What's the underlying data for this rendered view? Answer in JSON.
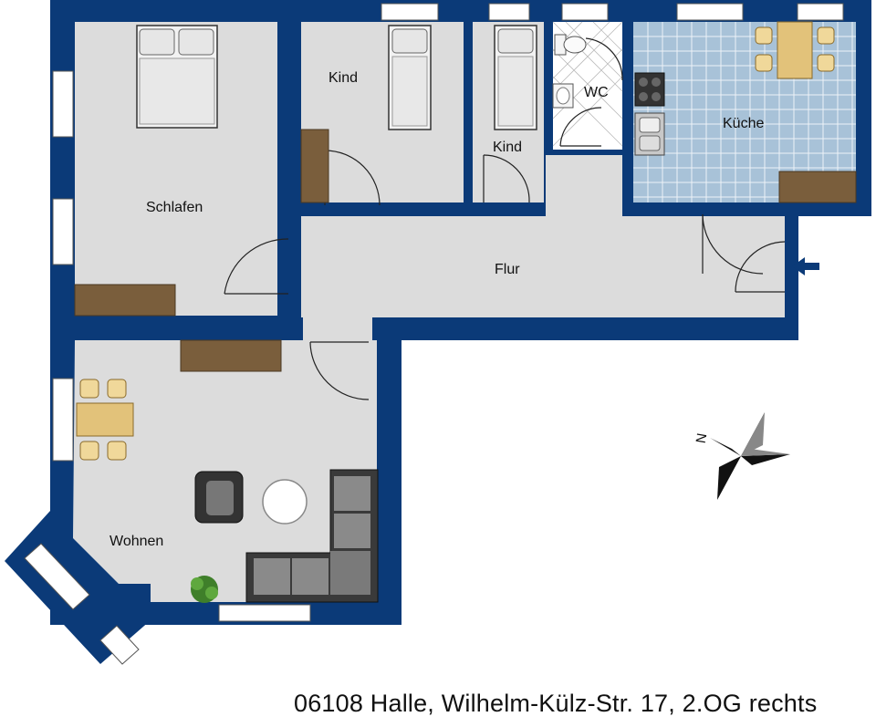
{
  "floorplan": {
    "rooms": {
      "schlafen": "Schlafen",
      "kind_1": "Kind",
      "kind_2": "Kind",
      "wc": "WC",
      "kueche": "Küche",
      "flur": "Flur",
      "wohnen": "Wohnen"
    },
    "compass_letter": "N",
    "caption": "06108 Halle, Wilhelm-Külz-Str. 17, 2.OG rechts"
  },
  "colors": {
    "wall": "#0b3a78",
    "floor": "#dcdcdc",
    "wood": "#7a5e3c",
    "kitchen_tile": "#a8c2d8",
    "window": "#ffffff"
  }
}
